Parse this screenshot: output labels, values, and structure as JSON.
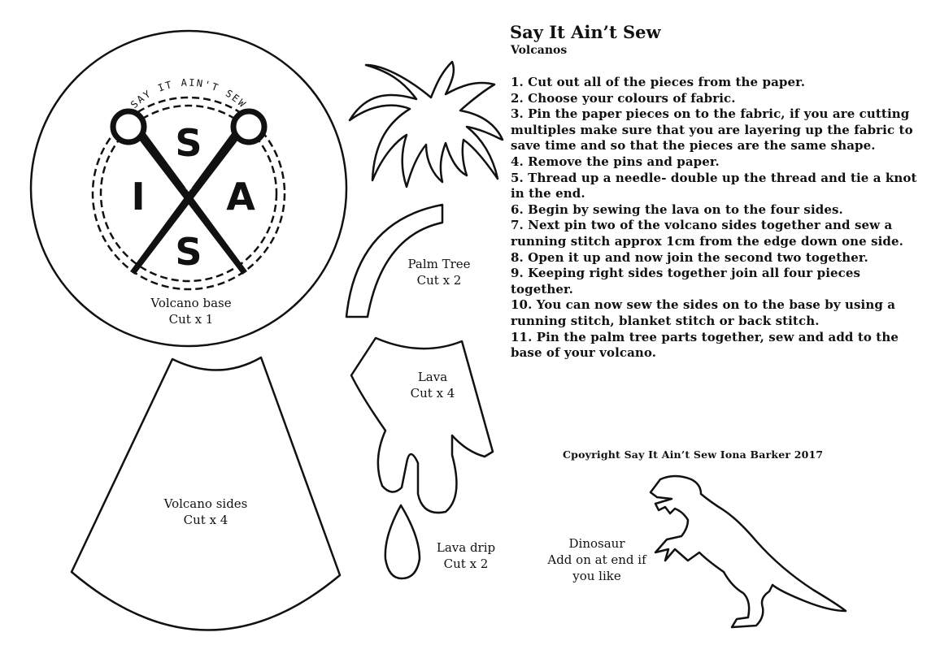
{
  "header": {
    "title": "Say It Ain’t Sew",
    "subtitle": "Volcanos"
  },
  "steps": [
    "1. Cut out all of the pieces from the paper.",
    "2. Choose your colours of fabric.",
    "3. Pin the paper pieces on to the fabric, if you are cutting multiples make sure that you are layering up the fabric to save time and so that the pieces are the same shape.",
    "4. Remove the pins and paper.",
    "5. Thread up a needle- double up the thread and tie a knot in the end.",
    "6. Begin by sewing the lava on to the four sides.",
    "7. Next pin two of the volcano sides together and sew a running stitch approx 1cm from the edge down one side.",
    "8. Open it up and now join the second two together.",
    "9. Keeping right sides together join all four pieces together.",
    "10. You can now sew the sides on to the base by using a running stitch, blanket stitch or back stitch.",
    "11. Pin the palm tree parts together, sew and add to the base of your volcano."
  ],
  "copyright": "Cpoyright Say It Ain’t Sew Iona Barker 2017",
  "logo": {
    "arc_text": "SAY IT AIN'T SEW",
    "letters": [
      "S",
      "I",
      "A",
      "S"
    ]
  },
  "pieces": {
    "volcano_base": {
      "name": "Volcano base",
      "cut": "Cut x 1"
    },
    "palm_tree": {
      "name": "Palm Tree",
      "cut": "Cut x 2"
    },
    "lava": {
      "name": "Lava",
      "cut": "Cut x 4"
    },
    "volcano_sides": {
      "name": "Volcano sides",
      "cut": "Cut x 4"
    },
    "lava_drip": {
      "name": "Lava drip",
      "cut": "Cut x 2"
    },
    "dinosaur": {
      "name": "Dinosaur",
      "note_1": "Add on at end if",
      "note_2": "you like"
    }
  },
  "colors": {
    "ink": "#111111",
    "paper": "#ffffff"
  }
}
